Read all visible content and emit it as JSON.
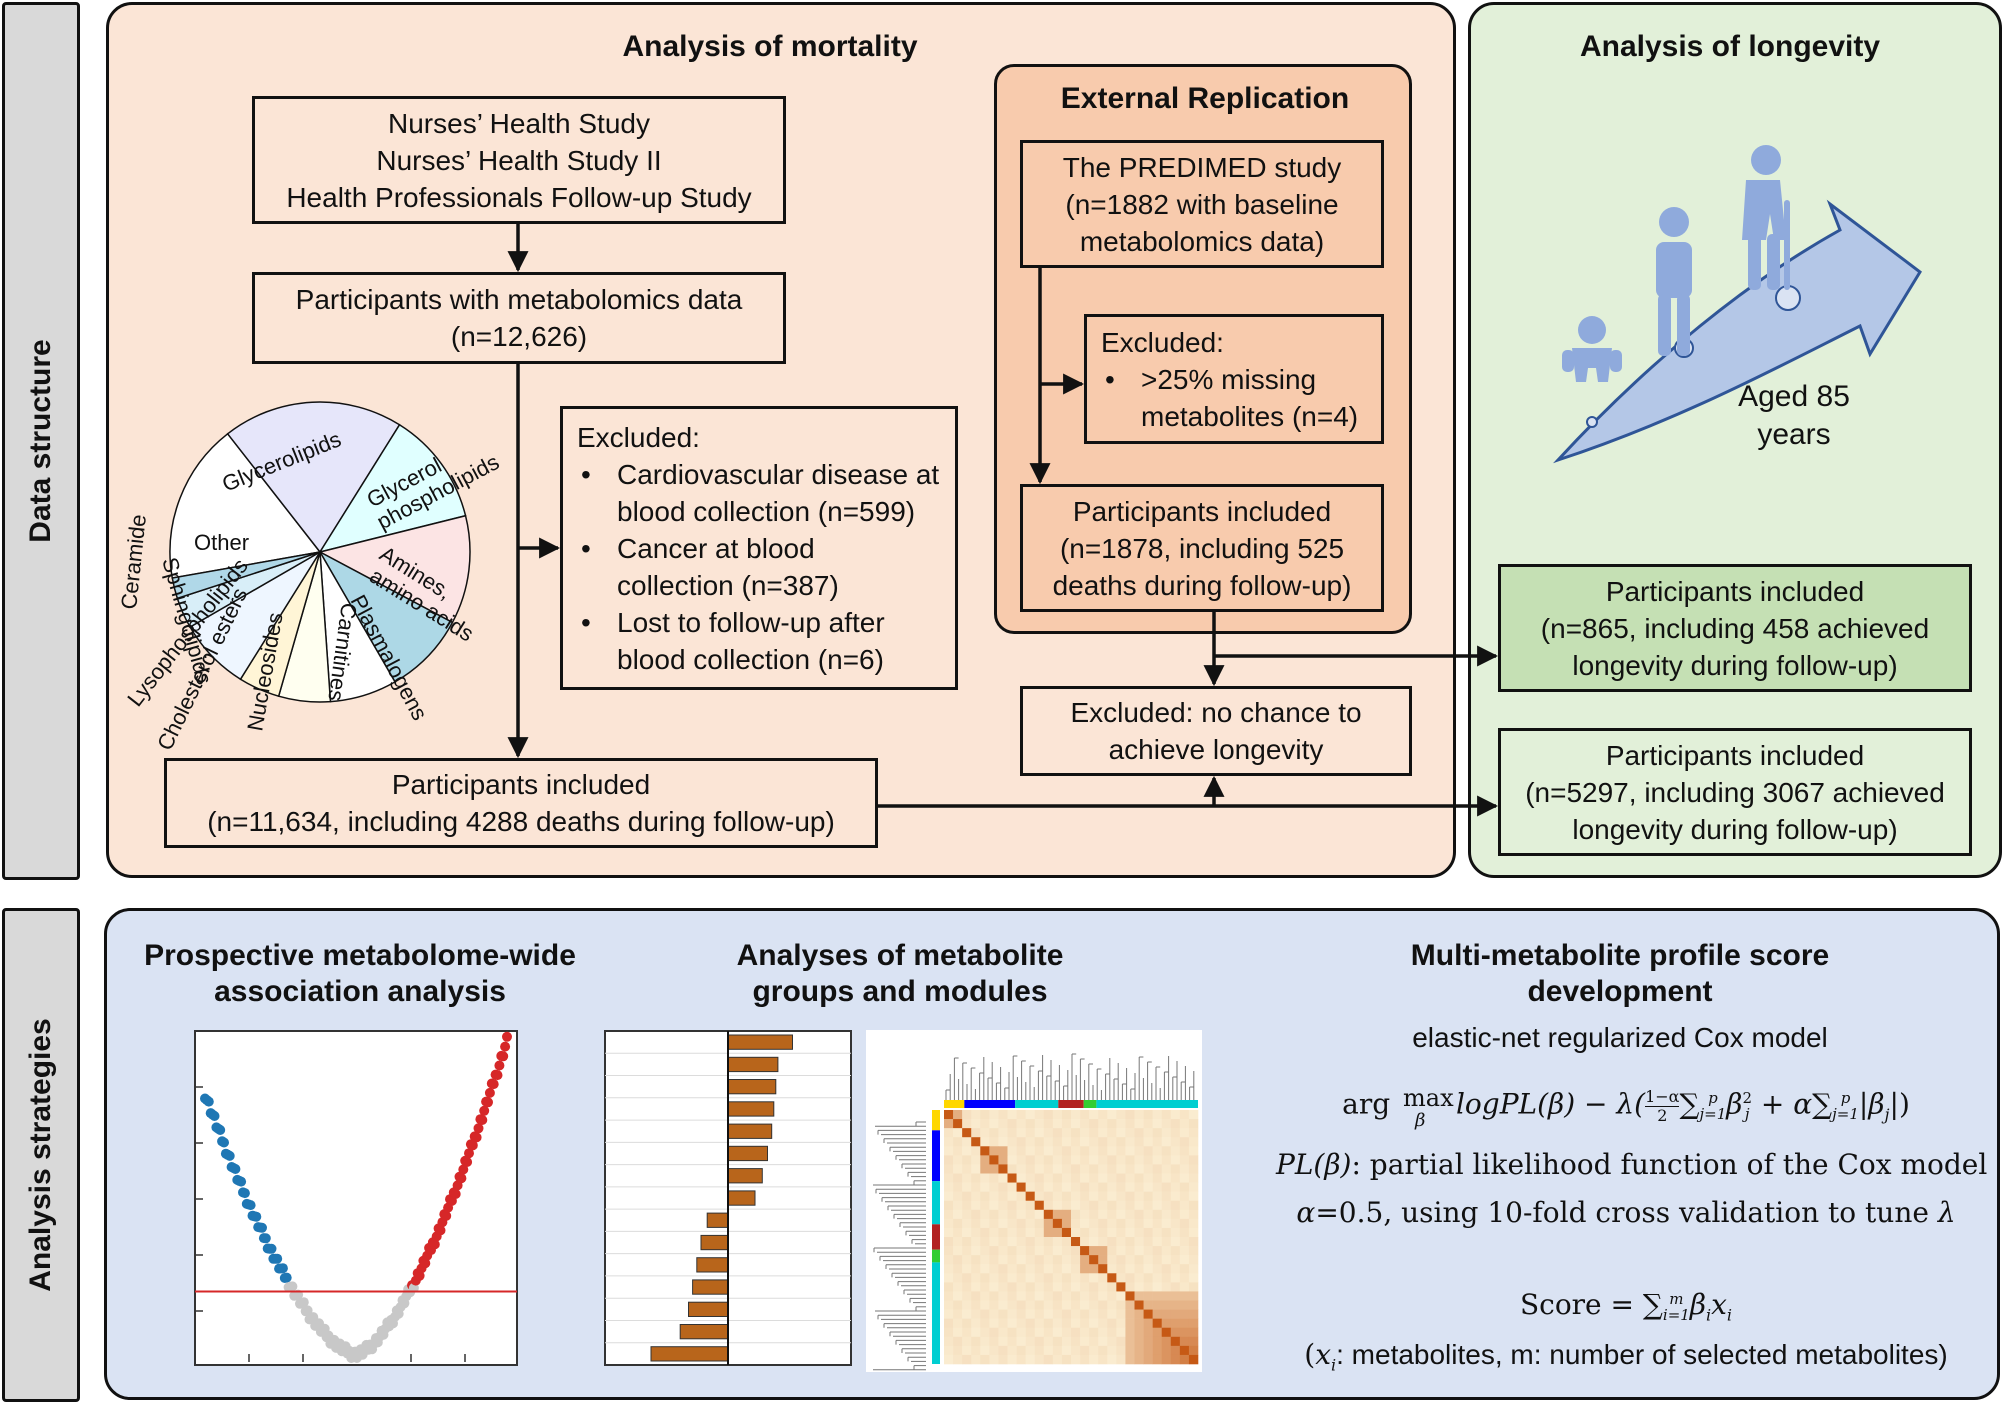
{
  "sections": {
    "data_structure": "Data structure",
    "analysis_strategies": "Analysis strategies"
  },
  "mortality": {
    "title": "Analysis of mortality",
    "cohorts": [
      "Nurses’ Health Study",
      "Nurses’ Health Study II",
      "Health Professionals Follow-up Study"
    ],
    "metabolomics": [
      "Participants with metabolomics data",
      "(n=12,626)"
    ],
    "excluded_title": "Excluded:",
    "excluded_items": [
      [
        "Cardiovascular disease at",
        "blood collection (n=599)"
      ],
      [
        "Cancer at blood",
        "collection (n=387)"
      ],
      [
        "Lost to follow-up after",
        "blood collection (n=6)"
      ]
    ],
    "included": [
      "Participants included",
      "(n=11,634, including 4288 deaths during follow-up)"
    ]
  },
  "pie": {
    "labels": {
      "glycerolipids": "Glycerolipids",
      "glycerophospholipids_1": "Glycerol",
      "glycerophospholipids_2": "phospholipids",
      "amines_1": "Amines,",
      "amines_2": "amino acids",
      "plasmalogens": "Plasmalogens",
      "carnitines": "Carnitines",
      "nucleosides": "Nucleosides",
      "cholesterol_esters": "Cholesterol esters",
      "lysophospholipids": "Lysophospholipids",
      "sphingolipids": "Sphingolipids",
      "ceramide": "Ceramide",
      "other": "Other"
    },
    "colors": {
      "glycerolipids": "#e6e6fa",
      "glycerophospholipids": "#e0ffff",
      "amines": "#fce4e4",
      "plasmalogens": "#add8e6",
      "carnitines": "#ffffff",
      "nucleosides": "#fffff0",
      "cholesterol_esters": "#fff5d6",
      "lysophospholipids": "#eef6ff",
      "sphingolipids": "#d8eef8",
      "ceramide": "#b0d8e8",
      "other": "#ffffff"
    }
  },
  "replication": {
    "title": "External Replication",
    "study": [
      "The PREDIMED study",
      "(n=1882 with baseline",
      "metabolomics data)"
    ],
    "excluded_title": "Excluded:",
    "excluded_items": [
      [
        ">25% missing",
        "metabolites (n=4)"
      ]
    ],
    "included": [
      "Participants included",
      "(n=1878, including 525",
      "deaths during follow-up)"
    ]
  },
  "no_chance": [
    "Excluded: no chance to",
    "achieve longevity"
  ],
  "longevity": {
    "title": "Analysis of longevity",
    "aged": [
      "Aged 85",
      "years"
    ],
    "included_rep": [
      "Participants included",
      "(n=865, including 458 achieved",
      "longevity during follow-up)"
    ],
    "included_main": [
      "Participants included",
      "(n=5297, including 3067 achieved",
      "longevity during follow-up)"
    ]
  },
  "strategies": {
    "mwas_title": [
      "Prospective metabolome-wide",
      "association analysis"
    ],
    "groups_title": [
      "Analyses of metabolite",
      "groups and modules"
    ],
    "score_title": [
      "Multi-metabolite profile score",
      "development"
    ],
    "model": "elastic-net regularized Cox model",
    "formula_arg": "arg",
    "formula_max": "max",
    "formula_beta": "β",
    "formula_rest": "logPL(β) − λ(",
    "formula_frac_num": "1−α",
    "formula_frac_den": "2",
    "formula_sum1": "∑",
    "formula_sum1_sup": "p",
    "formula_sum1_sub": "j=1",
    "formula_term1": "β",
    "formula_term1_sub": "j",
    "formula_term1_sup": "2",
    "formula_plus": " + α",
    "formula_sum2": "∑",
    "formula_sum2_sup": "p",
    "formula_sum2_sub": "j=1",
    "formula_term2": "|β",
    "formula_term2_sub": "j",
    "formula_term2_end": "|)",
    "pl_def_math": "PL(β)",
    "pl_def_text": ": partial likelihood function of the Cox model",
    "alpha_math": "α",
    "alpha_text": "=0.5, using 10-fold cross validation to tune ",
    "alpha_lambda": "λ",
    "score_lhs": "Score = ",
    "score_sum": "∑",
    "score_sup": "m",
    "score_sub": "i=1",
    "score_term": "β",
    "score_term_sub": "i",
    "score_x": "x",
    "score_x_sub": "i",
    "xi_open": "(",
    "xi_math": "x",
    "xi_sub": "i",
    "xi_text": ": metabolites, m: number of selected metabolites)"
  },
  "mwas_chart": {
    "type": "scatter",
    "threshold": 0.22,
    "colors": {
      "neg": "#1f77b4",
      "pos": "#d62728",
      "ns": "#c8c8c8",
      "line": "#d62728"
    }
  },
  "bar_chart": {
    "type": "bar",
    "values": [
      0.62,
      0.48,
      0.46,
      0.44,
      0.42,
      0.38,
      0.33,
      0.26,
      -0.2,
      -0.26,
      -0.3,
      -0.34,
      -0.38,
      -0.46,
      -0.74
    ],
    "color": "#b8651b"
  },
  "heatmap": {
    "type": "heatmap",
    "module_colors": [
      "#ffd700",
      "#0000ff",
      "#00ced1",
      "#b22222",
      "#32cd32",
      "#00ced1"
    ]
  }
}
